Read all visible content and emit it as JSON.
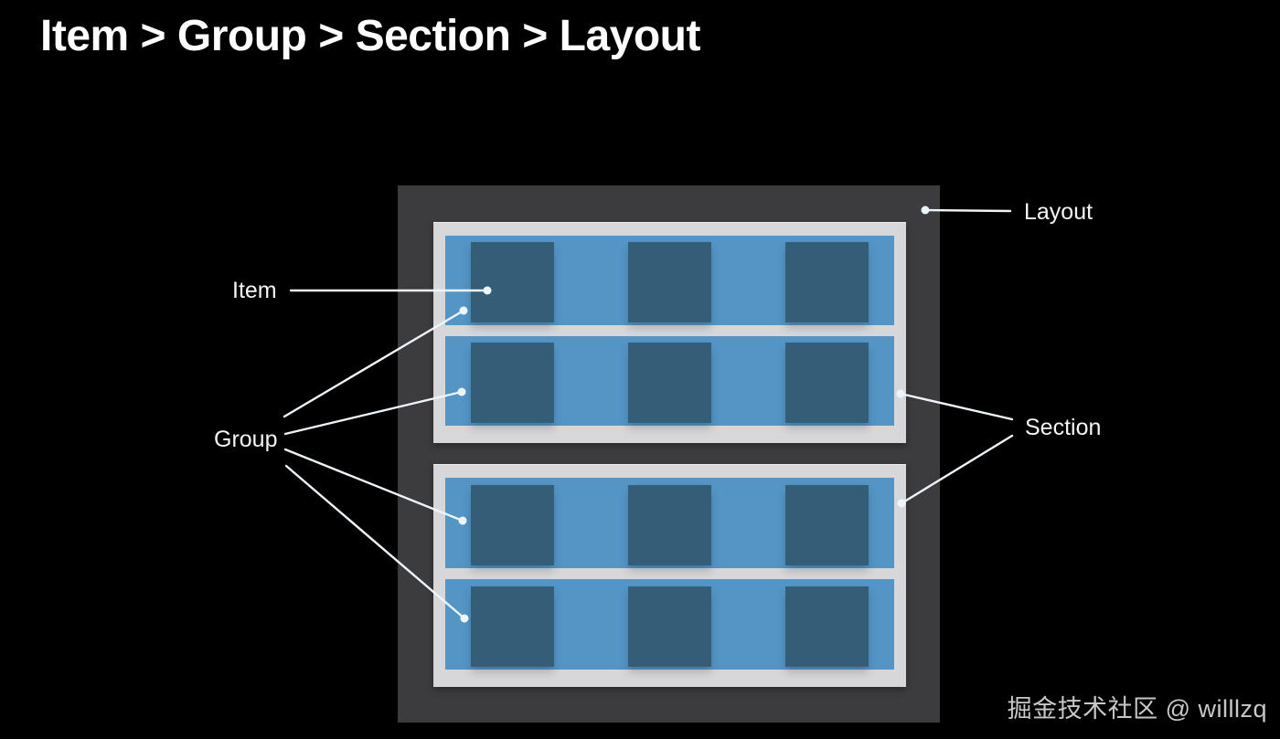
{
  "title": "Item > Group > Section > Layout",
  "labels": {
    "item": "Item",
    "group": "Group",
    "section": "Section",
    "layout": "Layout"
  },
  "watermark": "掘金技术社区 @ willlzq",
  "colors": {
    "background": "#000000",
    "title_text": "#ffffff",
    "layout_bg": "#3c3c3e",
    "section_bg": "#d7d7d9",
    "group_bg": "#5495c6",
    "item_bg": "#345d78",
    "label_text": "#f5f5f7",
    "leader_line": "#eef5fa",
    "watermark_text": "#c8c8ca"
  },
  "diagram": {
    "section_count": 2,
    "groups_per_section": 2,
    "items_per_group": 3
  }
}
